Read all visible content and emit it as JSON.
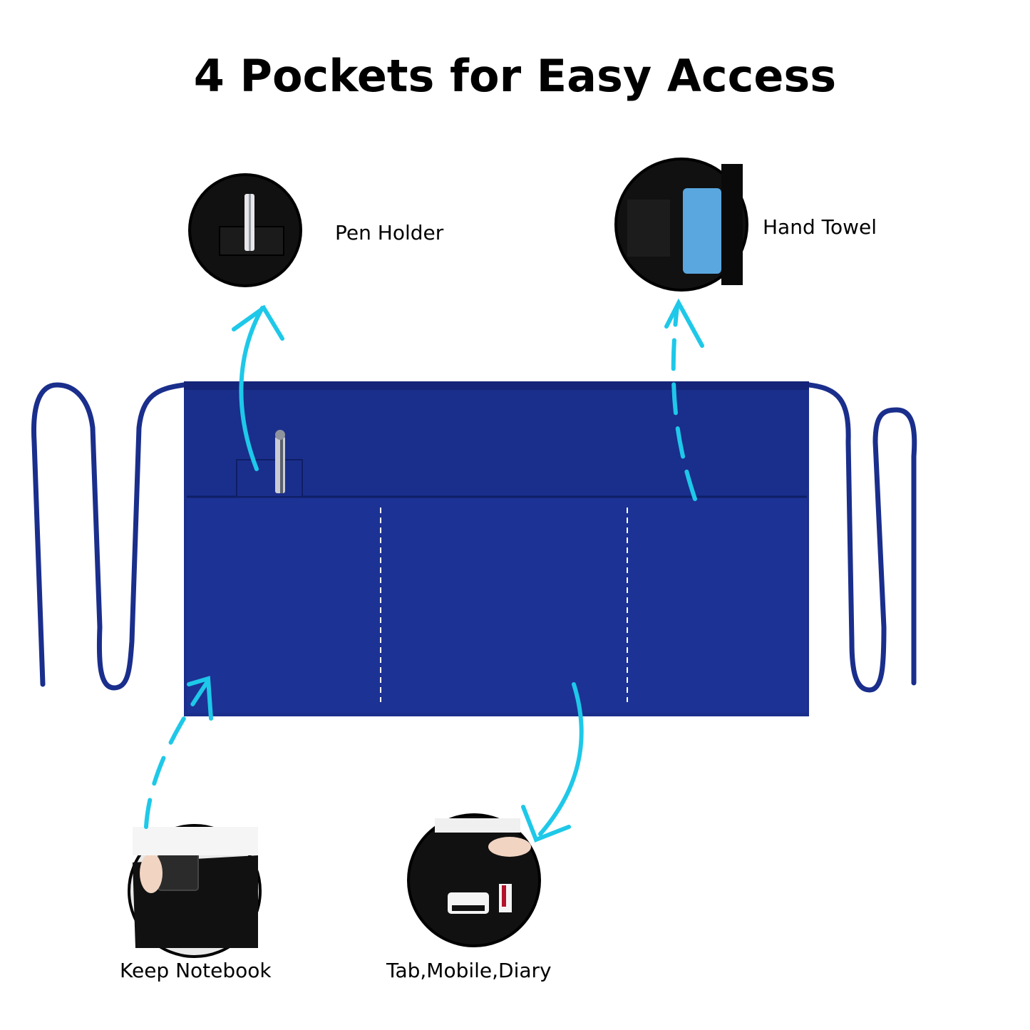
{
  "title": "4 Pockets for Easy Access",
  "callouts": {
    "pen": {
      "label": "Pen Holder",
      "icon": "pen-icon"
    },
    "towel": {
      "label": "Hand Towel",
      "icon": "towel-icon"
    },
    "notebook": {
      "label": "Keep Notebook",
      "icon": "wallet-icon"
    },
    "tab": {
      "label": "Tab,Mobile,Diary",
      "icon": "phone-icon"
    }
  },
  "colors": {
    "apron": "#1a2e8c",
    "apron_dark": "#142478",
    "tie": "#1a2e8c",
    "arrow": "#1ec8e8",
    "circle_fill": "#111111",
    "towel": "#5aa7e0"
  }
}
